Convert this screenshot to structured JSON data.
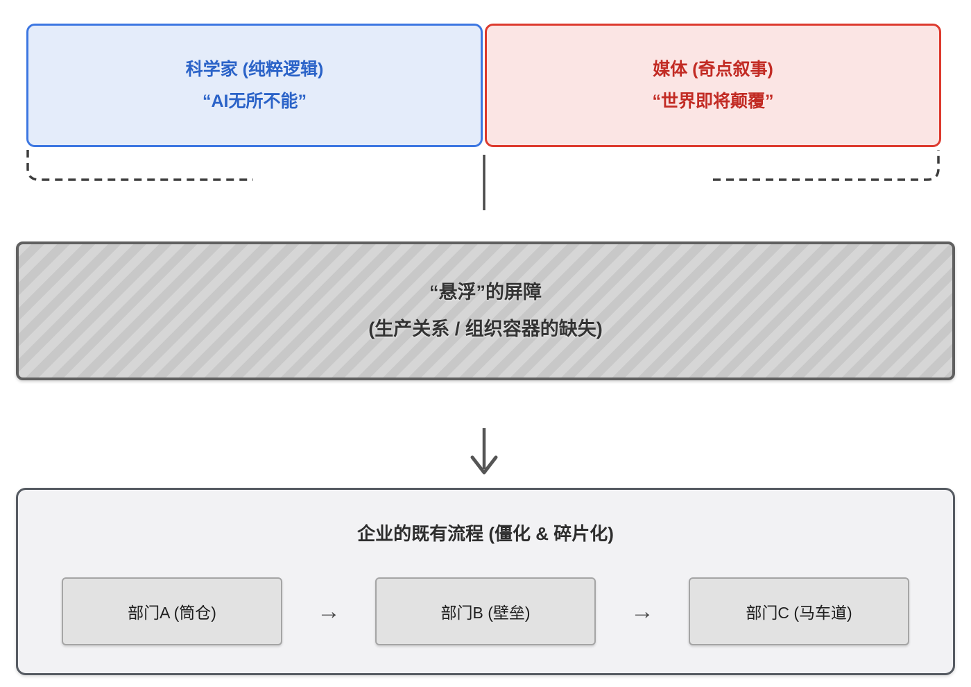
{
  "top_row": {
    "left_box": {
      "line1": "科学家 (纯粹逻辑)",
      "line2": "“AI无所不能”",
      "border_color": "#3c76e1",
      "bg_color": "#e4ecfa",
      "text_color": "#2b63c8"
    },
    "right_box": {
      "line1": "媒体 (奇点叙事)",
      "line2": "“世界即将颠覆”",
      "border_color": "#dd3a2e",
      "bg_color": "#fbe5e4",
      "text_color": "#c22b24"
    }
  },
  "barrier_box": {
    "line1": "“悬浮”的屏障",
    "line2": "(生产关系 / 组织容器的缺失)",
    "border_color": "#606060",
    "stripe_light": "#d6d6d6",
    "stripe_dark": "#c8c8c8",
    "text_color": "#333333"
  },
  "process_box": {
    "title": "企业的既有流程 (僵化 & 碎片化)",
    "departments": [
      {
        "label": "部门A (筒仓)"
      },
      {
        "label": "部门B (壁垒)"
      },
      {
        "label": "部门C (马车道)"
      }
    ],
    "arrow_glyph": "→",
    "bg_color": "#f2f2f4",
    "border_color": "#565b62",
    "dept_bg_color": "#e2e2e2"
  },
  "icons": {
    "down_arrow": "↓"
  },
  "connector_color": "#3d3d3d"
}
